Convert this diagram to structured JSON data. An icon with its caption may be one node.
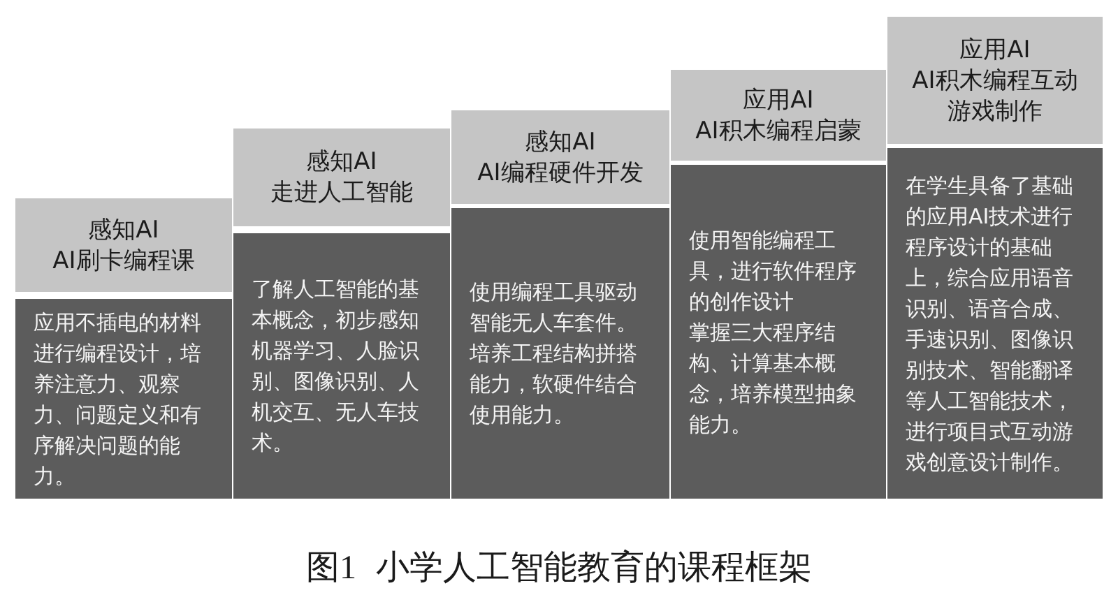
{
  "diagram": {
    "caption": "图1 小学人工智能教育的课程框架",
    "nodes": [
      {
        "text": [
          "感知AI",
          "AI刷卡编程课"
        ]
      },
      {
        "text": [
          "应用不插电的材料进行编程设计，培养注意力、观察力、问题定义和有序解决问题的能力。"
        ]
      },
      {
        "text": [
          "感知AI",
          "走进人工智能"
        ]
      },
      {
        "text": [
          "了解人工智能的基本概念，初步感知机器学习、人脸识别、图像识别、人机交互、无人车技术。"
        ]
      },
      {
        "text": [
          "感知AI",
          "AI编程硬件开发"
        ]
      },
      {
        "text": [
          "使用编程工具驱动智能无人车套件。",
          "培养工程结构拼搭能力，软硬件结合使用能力。"
        ]
      },
      {
        "text": [
          "应用AI",
          "AI积木编程启蒙"
        ]
      },
      {
        "text": [
          "使用智能编程工具，进行软件程序的创作设计",
          "掌握三大程序结构、计算基本概念，培养模型抽象能力。"
        ]
      },
      {
        "text": [
          "应用AI",
          "AI积木编程互动游戏制作"
        ]
      },
      {
        "text": [
          "在学生具备了基础的应用AI技术进行程序设计的基础上，综合应用语音识别、语音合成、手速识别、图像识别技术、智能翻译等人工智能技术，进行项目式互动游戏创意设计制作。"
        ]
      }
    ]
  }
}
